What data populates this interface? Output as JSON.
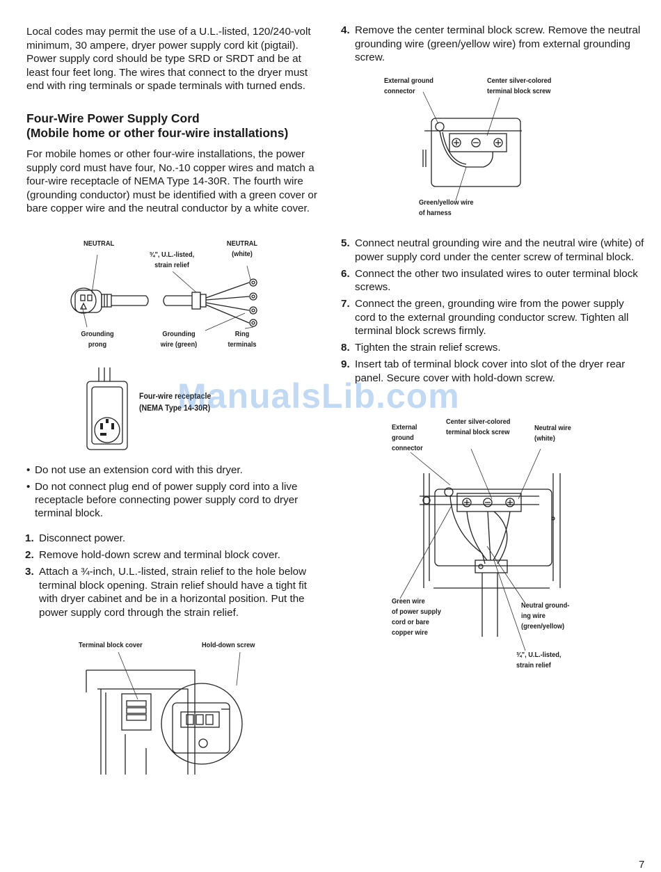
{
  "intro": {
    "paragraph": "Local codes may permit the use of a U.L.-listed, 120/240-volt minimum, 30 ampere, dryer power supply cord kit (pigtail). Power supply cord should be type SRD or SRDT and be at least four feet long. The wires that connect to the dryer must end with ring terminals or spade terminals with turned ends."
  },
  "section": {
    "heading_line1": "Four-Wire Power Supply Cord",
    "heading_line2": "(Mobile home or other four-wire installations)",
    "paragraph": "For mobile homes or other four-wire installations, the power supply cord must have four, No.-10 copper wires and match a four-wire receptacle of NEMA Type 14-30R. The fourth wire (grounding conductor) must be identified with a green cover or bare copper wire and the neutral conductor by a white cover."
  },
  "cord_figure": {
    "neutral_left": "NEUTRAL",
    "strain_relief_1": "¾\", U.L.-listed,",
    "strain_relief_2": "strain relief",
    "neutral_right_1": "NEUTRAL",
    "neutral_right_2": "(white)",
    "grounding_prong_1": "Grounding",
    "grounding_prong_2": "prong",
    "grounding_wire_1": "Grounding",
    "grounding_wire_2": "wire (green)",
    "ring_terminals_1": "Ring",
    "ring_terminals_2": "terminals"
  },
  "receptacle_figure": {
    "label_1": "Four-wire receptacle",
    "label_2": "(NEMA Type 14-30R)"
  },
  "bullets": [
    "Do not use an extension cord with this dryer.",
    "Do not connect plug end of power supply cord into a live receptacle before connecting power supply cord to dryer terminal block."
  ],
  "steps_left": [
    {
      "num": "1.",
      "text": "Disconnect power."
    },
    {
      "num": "2.",
      "text": "Remove hold-down screw and terminal block cover."
    },
    {
      "num": "3.",
      "text": "Attach a ¾-inch, U.L.-listed, strain relief to the hole below terminal block opening. Strain relief should have a tight fit with dryer cabinet and be in a horizontal position. Put the power supply cord through the strain relief."
    }
  ],
  "cover_figure": {
    "terminal_block_cover": "Terminal block cover",
    "hold_down_screw": "Hold-down screw"
  },
  "steps_right_a": [
    {
      "num": "4.",
      "text": "Remove the center terminal block screw. Remove the neutral grounding wire (green/yellow wire) from external grounding screw."
    }
  ],
  "block_figure": {
    "external_ground_1": "External ground",
    "external_ground_2": "connector",
    "center_screw_1": "Center silver-colored",
    "center_screw_2": "terminal block screw",
    "green_yellow_1": "Green/yellow wire",
    "green_yellow_2": "of harness"
  },
  "steps_right_b": [
    {
      "num": "5.",
      "text": "Connect neutral grounding wire and the neutral wire (white) of power supply cord under the center screw of terminal block."
    },
    {
      "num": "6.",
      "text": "Connect the other two insulated wires to outer terminal block screws."
    },
    {
      "num": "7.",
      "text": "Connect the green, grounding wire from the power supply cord to the external grounding conductor screw. Tighten all terminal block screws firmly."
    },
    {
      "num": "8.",
      "text": "Tighten the strain relief screws."
    },
    {
      "num": "9.",
      "text": "Insert tab of terminal block cover into slot of the dryer rear panel. Secure cover with hold-down screw."
    }
  ],
  "wiring_figure": {
    "external_ground_1": "External",
    "external_ground_2": "ground",
    "external_ground_3": "connector",
    "center_screw_1": "Center silver-colored",
    "center_screw_2": "terminal block screw",
    "neutral_wire_1": "Neutral wire",
    "neutral_wire_2": "(white)",
    "green_wire_1": "Green wire",
    "green_wire_2": "of power supply",
    "green_wire_3": "cord or bare",
    "green_wire_4": "copper wire",
    "neutral_ground_1": "Neutral ground-",
    "neutral_ground_2": "ing wire",
    "neutral_ground_3": "(green/yellow)",
    "strain_relief_1": "¾\", U.L.-listed,",
    "strain_relief_2": "strain relief"
  },
  "watermark": "ManualsLib.com",
  "page_number": "7"
}
